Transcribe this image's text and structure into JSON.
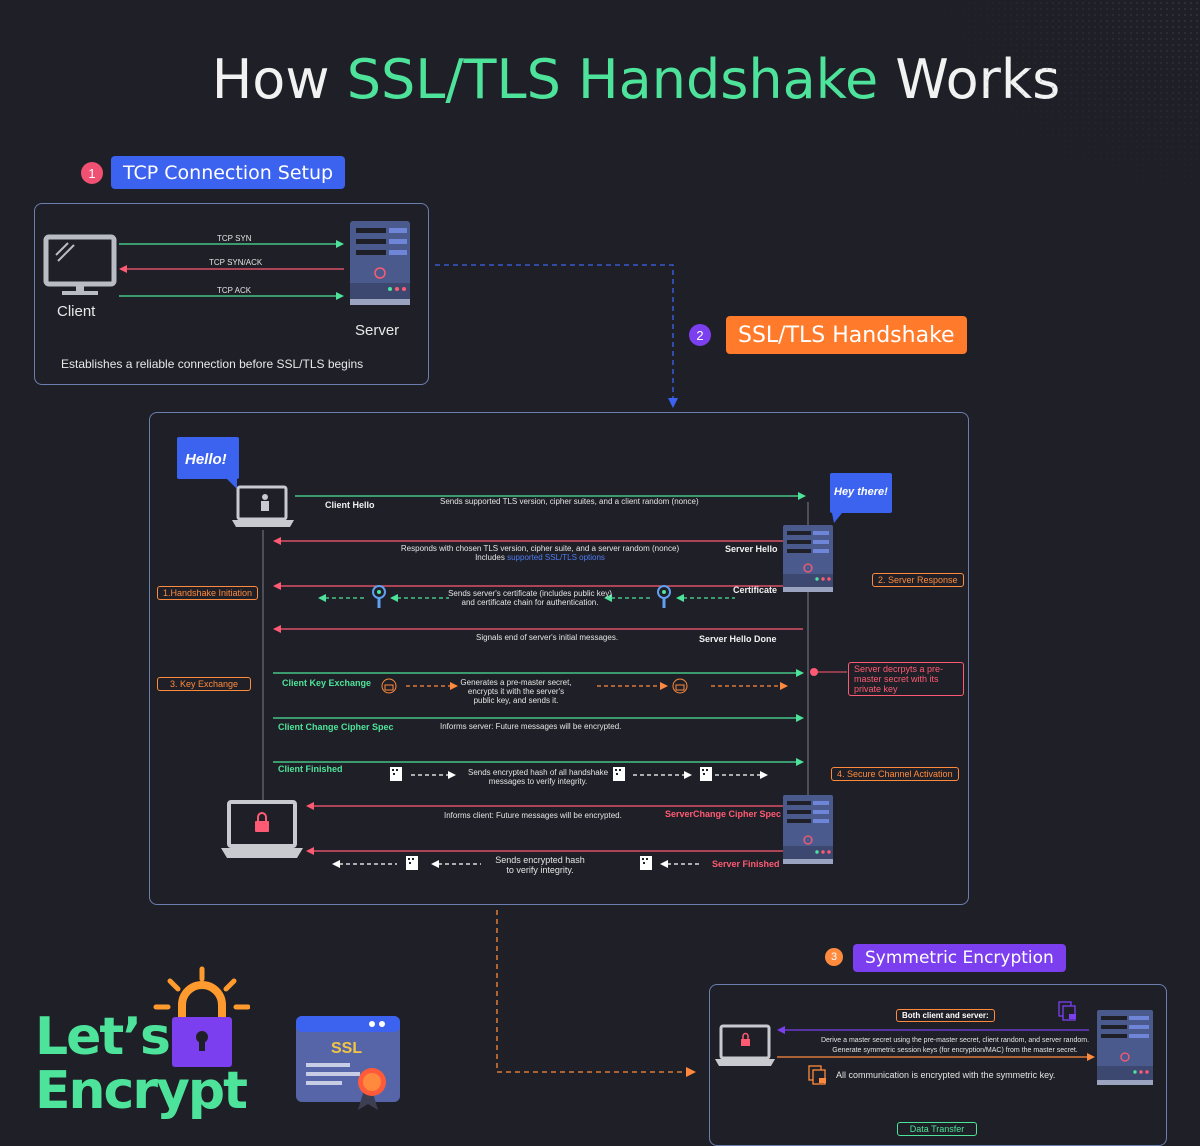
{
  "title": {
    "pre": "How ",
    "highlight": "SSL/TLS Handshake",
    "post": " Works"
  },
  "colors": {
    "green": "#4ee39a",
    "red": "#ff5a73",
    "orange": "#ff8a3d",
    "blue": "#3c63f0",
    "purple": "#7b3ff0",
    "bg": "#1f2027",
    "panel_border": "#6b7fae"
  },
  "steps": [
    {
      "num": "1",
      "label": "TCP Connection Setup"
    },
    {
      "num": "2",
      "label": "SSL/TLS Handshake"
    },
    {
      "num": "3",
      "label": "Symmetric Encryption"
    }
  ],
  "tcp": {
    "client": "Client",
    "server": "Server",
    "syn": "TCP SYN",
    "synack": "TCP SYN/ACK",
    "ack": "TCP ACK",
    "note": "Establishes a reliable connection before SSL/TLS begins"
  },
  "handshake": {
    "hello_bubble": "Hello!",
    "hey_bubble": "Hey there!",
    "client_hello": "Client Hello",
    "client_hello_desc": "Sends supported TLS version, cipher suites, and a client random (nonce)",
    "server_hello": "Server Hello",
    "server_hello_desc1": "Responds with chosen TLS version, cipher suite, and a server random (nonce)",
    "server_hello_desc2_pre": "Includes ",
    "server_hello_desc2_link": "supported SSL/TLS options",
    "certificate": "Certificate",
    "certificate_desc1": "Sends server's certificate (includes public key)",
    "certificate_desc2": "and certificate chain for authentication.",
    "server_hello_done": "Server Hello Done",
    "server_hello_done_desc": "Signals end of server's initial messages.",
    "client_key_exchange": "Client Key Exchange",
    "cke_desc1": "Generates a pre-master secret,",
    "cke_desc2": "encrypts it with the server's",
    "cke_desc3": "public key, and sends it.",
    "server_decrypts": "Server decrpyts a pre-master secret with its private key",
    "client_ccs": "Client Change Cipher Spec",
    "client_ccs_desc": "Informs server: Future messages will be encrypted.",
    "client_finished": "Client Finished",
    "client_finished_desc1": "Sends encrypted hash of all handshake",
    "client_finished_desc2": "messages to verify integrity.",
    "server_ccs": "ServerChange Cipher Spec",
    "server_ccs_desc": "Informs client: Future messages will be encrypted.",
    "server_finished": "Server Finished",
    "server_finished_desc1": "Sends encrypted hash",
    "server_finished_desc2": "to verify integrity.",
    "tag_initiation": "1.Handshake Initiation",
    "tag_response": "2. Server Response",
    "tag_key": "3. Key Exchange",
    "tag_secure": "4. Secure Channel Activation"
  },
  "symmetric": {
    "both": "Both client and server:",
    "desc1": "Derive a master secret using the pre-master secret, client random, and server random.",
    "desc2": "Generate symmetric session keys (for encryption/MAC) from the master secret.",
    "all_comm": "All communication is encrypted with the symmetric key.",
    "data_transfer": "Data Transfer"
  },
  "logo": {
    "line1": "Let’s",
    "line2": "Encrypt",
    "ssl": "SSL"
  }
}
